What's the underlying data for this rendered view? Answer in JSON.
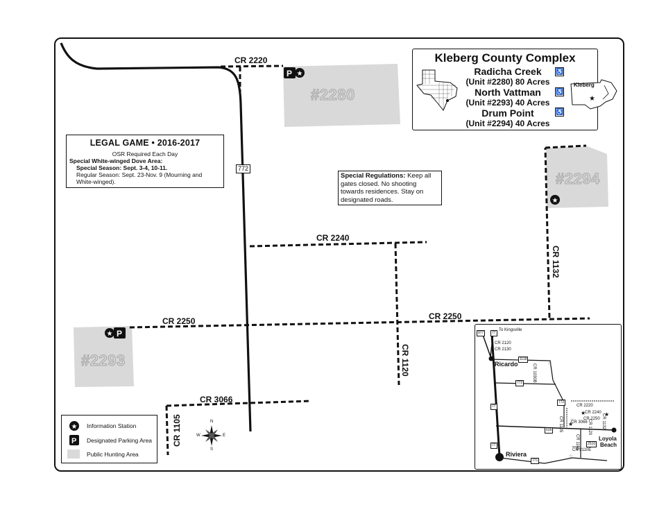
{
  "title": {
    "name": "Kleberg County Complex",
    "units": [
      {
        "name": "Radicha Creek",
        "unit": "(Unit #2280) 80 Acres"
      },
      {
        "name": "North Vattman",
        "unit": "(Unit #2293) 40 Acres"
      },
      {
        "name": "Drum Point",
        "unit": "(Unit #2294) 40 Acres"
      }
    ],
    "locator_label": "Kleberg",
    "wheelchair_glyph": "♿"
  },
  "legal_game": {
    "title": "LEGAL GAME • 2016-2017",
    "line1": "OSR Required Each Day",
    "line2": "Special White-winged Dove Area:",
    "line3": "Special Season: Sept. 3-4, 10-11.",
    "line4": "Regular Season: Sept. 23-Nov. 9 (Mourning and",
    "line5": "White-winged)."
  },
  "special_regulations": {
    "label": "Special Regulations:",
    "text": " Keep all gates closed. No shooting towards residences. Stay on designated roads."
  },
  "units": {
    "u2280": "#2280",
    "u2293": "#2293",
    "u2294": "#2294"
  },
  "roads": {
    "cr2220": "CR 2220",
    "cr2240": "CR 2240",
    "cr2250a": "CR 2250",
    "cr2250b": "CR 2250",
    "cr1132": "CR 1132",
    "cr1120": "CR 1120",
    "cr3066": "CR 3066",
    "cr1105": "CR 1105",
    "hwy772": "772"
  },
  "legend": {
    "info": "Information Station",
    "parking": "Designated Parking Area",
    "hunting": "Public Hunting Area"
  },
  "compass": {
    "n": "N",
    "s": "S",
    "e": "E",
    "w": "W"
  },
  "inset": {
    "ricardo": "Ricardo",
    "riviera": "Riviera",
    "loyola": "Loyola",
    "beach": "Beach",
    "to_kingsville": "To Kingsville",
    "h77": "77",
    "h77b": "77",
    "h77c": "77",
    "h877": "877",
    "h772": "772",
    "h772b": "772",
    "h628": "628",
    "h771": "771",
    "h1118": "1118",
    "h2510": "2510",
    "cr2120": "CR 2120",
    "cr2130": "CR 2130",
    "cr1030b": "CR 1030B",
    "cr2220": "CR 2220",
    "cr2240": "CR 2240",
    "cr2250": "CR 2250",
    "cr3066": "CR 3066",
    "cr1105": "CR 1105",
    "cr1120": "CR 1120",
    "cr1132": "CR 1132",
    "cr2110e": "CR 2110E"
  },
  "colors": {
    "hunting_area": "#d9d9d9",
    "road": "#111111"
  }
}
